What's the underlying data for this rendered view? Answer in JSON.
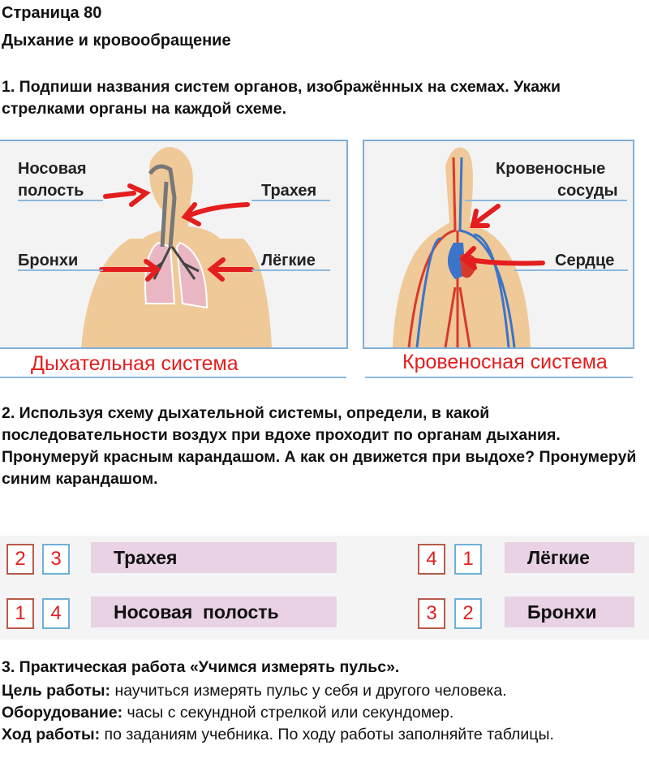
{
  "page_title": "Страница 80",
  "section_title": "Дыхание и кровообращение",
  "task1": {
    "text": "1. Подпиши названия систем органов, изображённых на схемах. Укажи стрелками органы на каждой схеме.",
    "left": {
      "labels": [
        "Носовая",
        "полость",
        "Трахея",
        "Бронхи",
        "Лёгкие"
      ],
      "caption": "Дыхательная система"
    },
    "right": {
      "labels": [
        "Кровеносные",
        "сосуды",
        "Сердце"
      ],
      "caption": "Кровеносная система"
    }
  },
  "task2": {
    "text": "2. Используя схему дыхательной системы, определи, в какой последовательности воздух при вдохе проходит по органам дыхания. Пронумеруй красным карандашом. А как он движется при выдохе? Пронумеруй синим карандашом.",
    "rows": [
      {
        "red": "2",
        "blue": "3",
        "organ": "Трахея"
      },
      {
        "red": "4",
        "blue": "1",
        "organ": "Лёгкие"
      },
      {
        "red": "1",
        "blue": "4",
        "organ": "Носовая  полость"
      },
      {
        "red": "3",
        "blue": "2",
        "organ": "Бронхи"
      }
    ]
  },
  "task3": {
    "title": "3. Практическая работа «Учимся измерять пульс».",
    "goal_label": "Цель работы:",
    "goal": " научиться измерять пульс у себя и другого человека.",
    "equip_label": "Оборудование:",
    "equip": " часы с секундной стрелкой или секундомер.",
    "process_label": "Ход работы:",
    "process": " по заданиям учебника. По ходу работы заполняйте таблицы."
  },
  "colors": {
    "pen_red": "#e41e1e",
    "pen_blue": "#6fb0da",
    "skin": "#f0c999"
  }
}
